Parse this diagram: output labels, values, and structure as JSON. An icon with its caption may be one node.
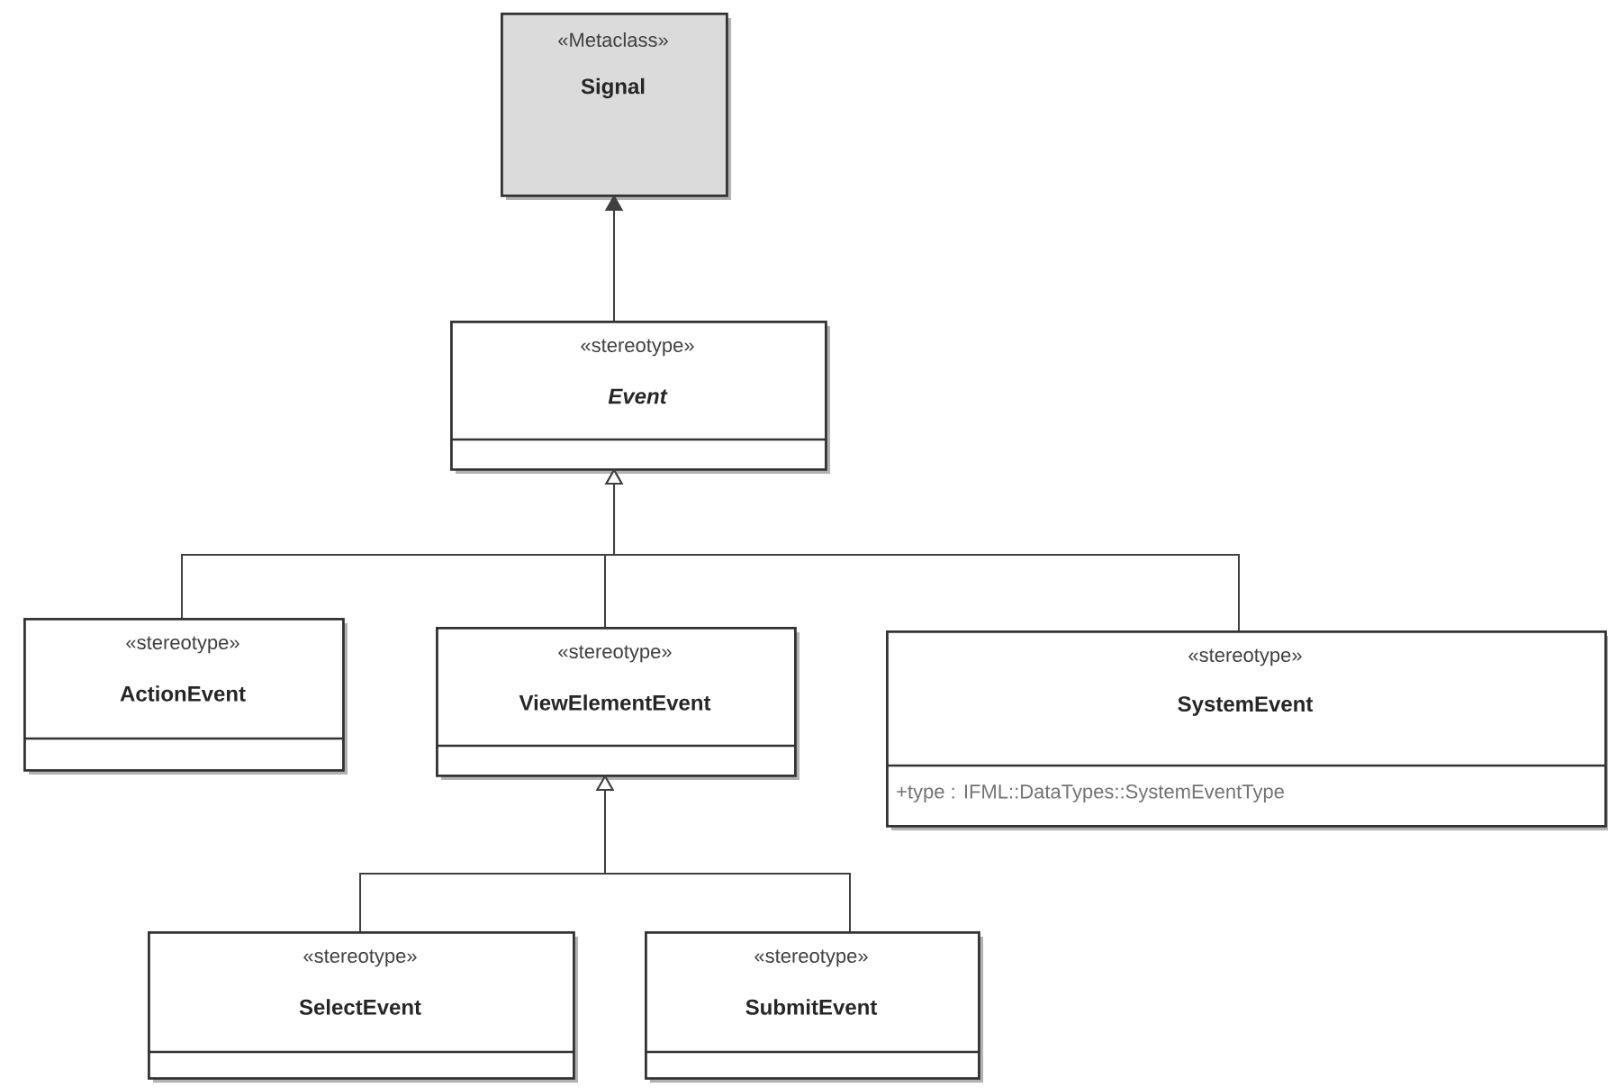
{
  "diagram": {
    "nodes": [
      {
        "text": [
          "«Metaclass»",
          "Signal"
        ]
      },
      {
        "text": [
          "«stereotype»",
          "Event"
        ]
      },
      {
        "text": [
          "«stereotype»",
          "ActionEvent"
        ]
      },
      {
        "text": [
          "«stereotype»",
          "ViewElementEvent"
        ]
      },
      {
        "text": [
          "«stereotype»",
          "SystemEvent",
          "+type : IFML::DataTypes::SystemEventType"
        ]
      },
      {
        "text": [
          "«stereotype»",
          "SelectEvent"
        ]
      },
      {
        "text": [
          "«stereotype»",
          "SubmitEvent"
        ]
      }
    ],
    "edges": [
      {
        "from": 1,
        "to": 0,
        "arrow": "to"
      },
      {
        "from": 2,
        "to": 1,
        "arrow": "to"
      },
      {
        "from": 3,
        "to": 1,
        "arrow": "to"
      },
      {
        "from": 4,
        "to": 1,
        "arrow": "to"
      },
      {
        "from": 5,
        "to": 3,
        "arrow": "to"
      },
      {
        "from": 6,
        "to": 3,
        "arrow": "to"
      }
    ]
  }
}
